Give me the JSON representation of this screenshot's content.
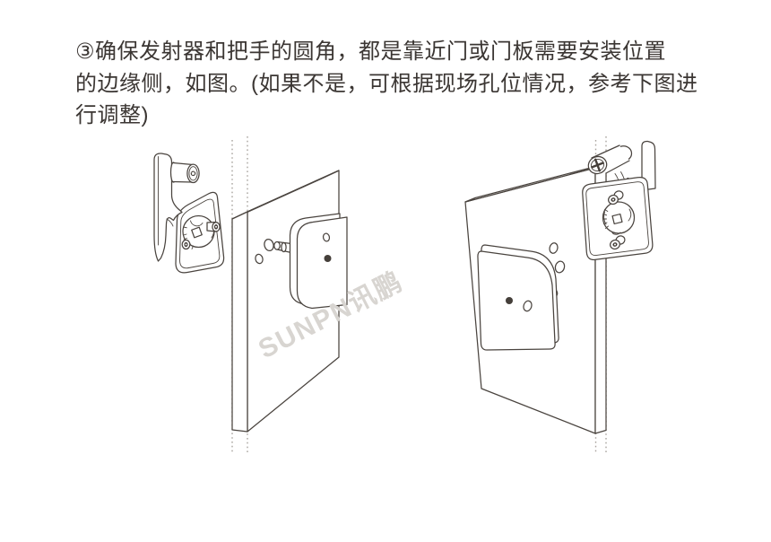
{
  "page": {
    "background": "#ffffff"
  },
  "instruction": {
    "lines": [
      "③确保发射器和把手的圆角，都是靠近门或门板需要安装位置",
      "的边缘侧，如图。(如果不是，可根据现场孔位情况，参考下图进",
      "行调整)"
    ],
    "text_color": "#3b3633"
  },
  "diagram": {
    "watermark_text": "SUNPN讯鹏",
    "colors": {
      "line": "#4a443f",
      "dotted_reference_line": "#a9a49e",
      "watermark": "#d8d5d1"
    },
    "scenes": [
      {
        "id": "left",
        "parts": [
          "handle-assembly",
          "handle-lever",
          "handle-knob",
          "mounting-plate",
          "cam-wheel",
          "screw-posts",
          "door-panel",
          "edge-reference-lines",
          "transmitter-box",
          "locating-pin",
          "mounting-holes"
        ]
      },
      {
        "id": "right",
        "parts": [
          "door-panel",
          "edge-reference-lines",
          "transmitter-box",
          "locating-pin",
          "mounting-holes",
          "handle-assembly",
          "handle-lever",
          "handle-knob",
          "mounting-plate",
          "cam-wheel",
          "screw-posts"
        ]
      }
    ]
  }
}
